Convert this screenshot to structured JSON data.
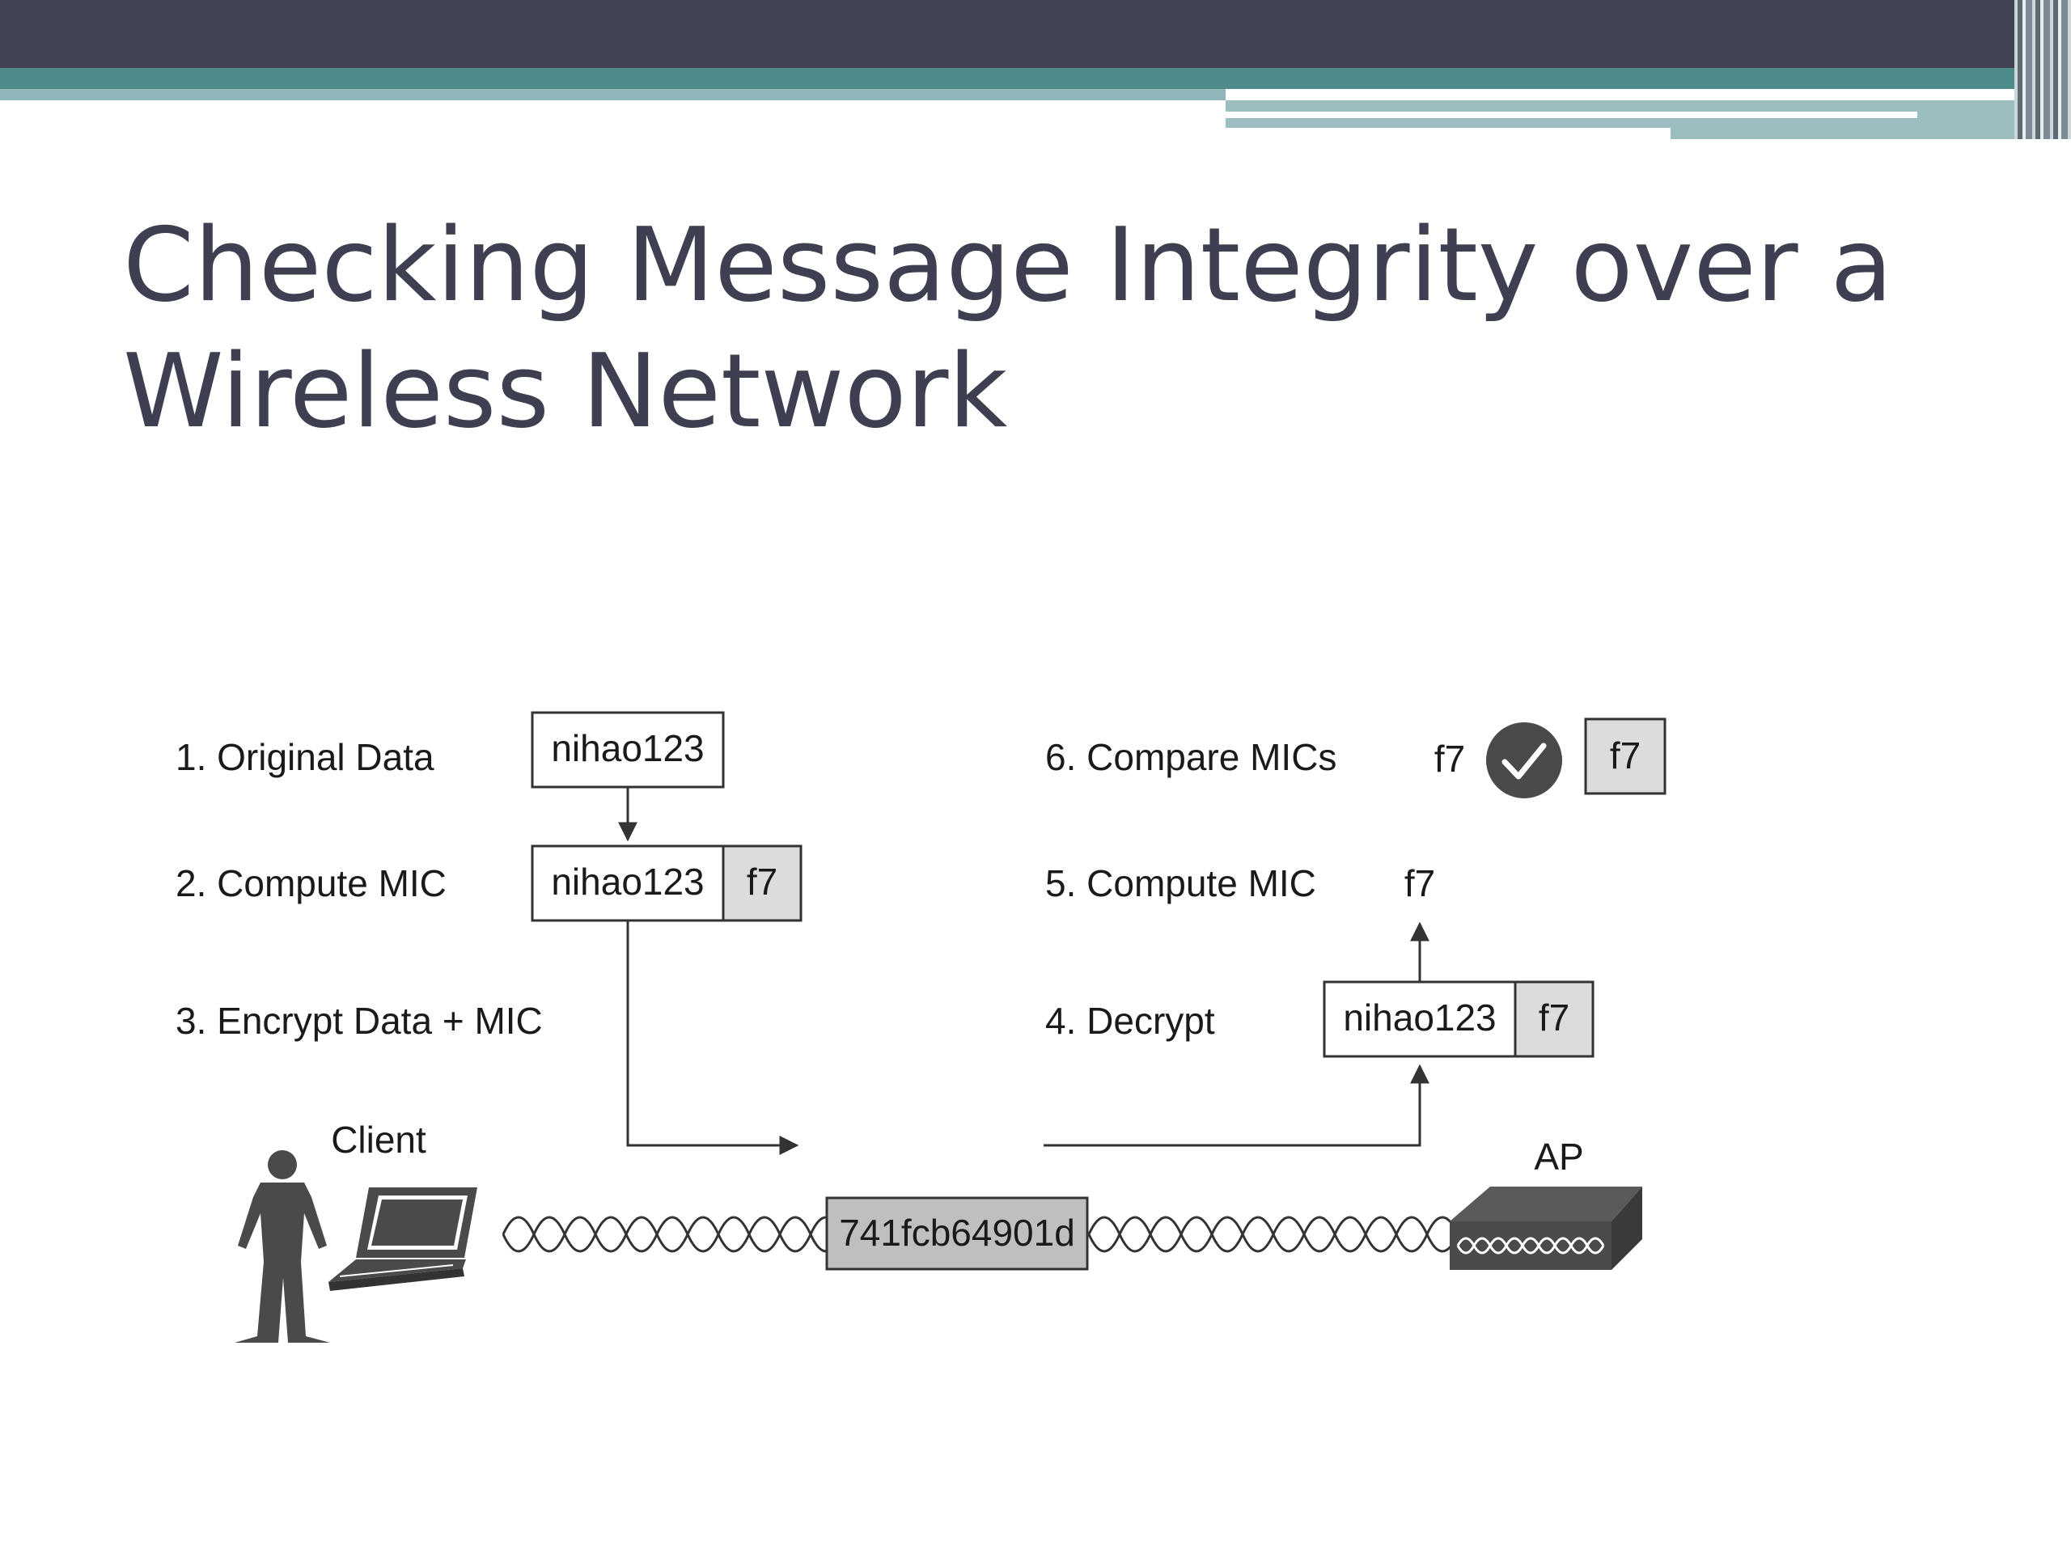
{
  "slide": {
    "title_line1": "Checking Message Integrity over a",
    "title_line2": "Wireless Network"
  },
  "steps": {
    "step1": "1. Original Data",
    "step2": "2. Compute MIC",
    "step3": "3. Encrypt Data + MIC",
    "step4": "4. Decrypt",
    "step5": "5. Compute MIC",
    "step6": "6. Compare MICs"
  },
  "values": {
    "original_data": "nihao123",
    "computed_data": "nihao123",
    "computed_mic": "f7",
    "decrypted_data": "nihao123",
    "decrypted_mic": "f7",
    "recomputed_mic": "f7",
    "compare_left": "f7",
    "compare_right": "f7",
    "ciphertext": "741fcb64901d"
  },
  "labels": {
    "client": "Client",
    "ap": "AP"
  },
  "colors": {
    "title": "#3e4052",
    "header_dark": "#424456",
    "header_teal": "#4f8a8b",
    "mic_fill": "#dcdcdc",
    "cipher_fill": "#bfbfbf",
    "icon_fill": "#4a4a4a"
  }
}
